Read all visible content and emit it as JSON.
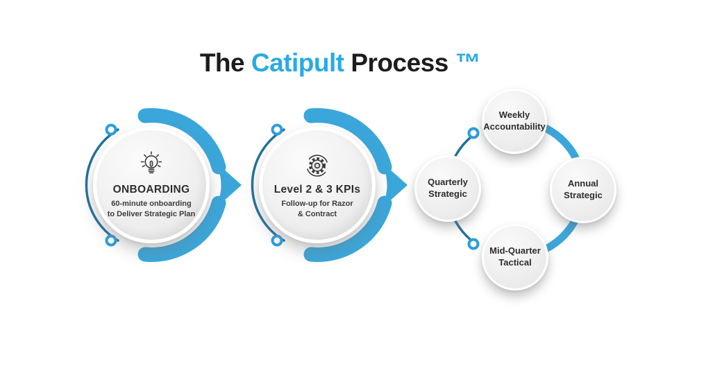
{
  "title": {
    "prefix": "The ",
    "brand": "Catipult",
    "suffix": " Process ",
    "trademark": "™"
  },
  "colors": {
    "accent_arc_blue": "#3ba6da",
    "brand_blue": "#29abe2",
    "connector_dark_blue": "#20719c",
    "ring_marker_blue": "#2d9edd",
    "title_ink": "#1c1c1c",
    "circle_fill_gray": "#ececec"
  },
  "steps": [
    {
      "icon": "lightbulb-icon",
      "title": "ONBOARDING",
      "subtitle_lines": [
        "60-minute onboarding",
        "to Deliver Strategic Plan"
      ]
    },
    {
      "icon": "gear-icon",
      "title": "Level 2 & 3 KPIs",
      "subtitle_lines": [
        "Follow-up for Razor",
        "& Contract"
      ]
    }
  ],
  "cycle": {
    "top": {
      "label_lines": [
        "Weekly",
        "Accountability"
      ]
    },
    "right": {
      "label_lines": [
        "Annual",
        "Strategic"
      ]
    },
    "bottom": {
      "label_lines": [
        "Mid-Quarter",
        "Tactical"
      ]
    },
    "left": {
      "label_lines": [
        "Quarterly",
        "Strategic"
      ]
    }
  }
}
